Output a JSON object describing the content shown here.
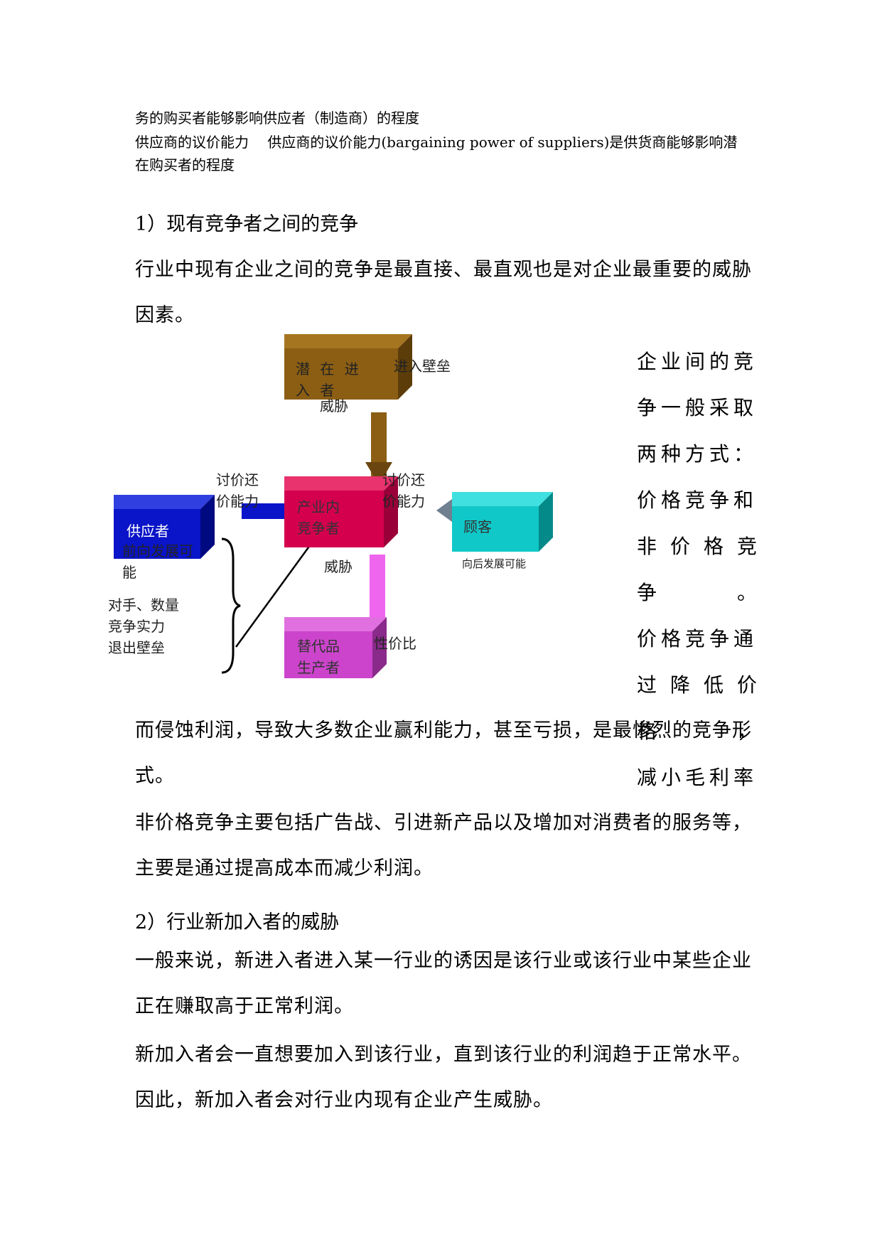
{
  "intro": {
    "line1": "务的购买者能够影响供应者（制造商）的程度",
    "line2": "供应商的议价能力　  供应商的议价能力(bargaining power of suppliers)是供货商能够影响潜",
    "line3": "在购买者的程度"
  },
  "section1": {
    "heading": "1）现有竞争者之间的竞争",
    "para1": "行业中现有企业之间的竞争是最直接、最直观也是对企业最重要的威胁因素。"
  },
  "diagram": {
    "box_top": "潜 在 进 入 者",
    "box_center": "产业内竞争者",
    "box_left": "供应者",
    "box_right": "顾客",
    "box_bottom": "替代品生产者",
    "label_barrier": "进入壁垒",
    "label_threat_top": "威胁",
    "label_bargain_left": "讨价还价能力",
    "label_bargain_right": "讨价还价能力",
    "label_forward": "前向发展可能",
    "label_backward": "向后发展可能",
    "label_threat_bottom": "威胁",
    "label_price_ratio": "性价比",
    "label_rivals1": "对手、数量",
    "label_rivals2": "竞争实力",
    "label_rivals3": "退出壁垒",
    "colors": {
      "top": "#8b5e14",
      "center": "#d4004e",
      "left": "#0a14c8",
      "right": "#10c8c8",
      "bottom": "#cc44cc"
    }
  },
  "sidebar": {
    "lines": [
      "企业间的竞",
      "争一般采取",
      "两种方式：",
      "价格竞争和",
      "非价格竞争。",
      "价格竞争通",
      "过降低价格，",
      "减小毛利率"
    ]
  },
  "section1_cont": {
    "para2": "而侵蚀利润，导致大多数企业赢利能力，甚至亏损，是最惨烈的竞争形式。",
    "para3": "非价格竞争主要包括广告战、引进新产品以及增加对消费者的服务等，主要是通过提高成本而减少利润。"
  },
  "section2": {
    "heading": "2）行业新加入者的威胁",
    "para1": "一般来说，新进入者进入某一行业的诱因是该行业或该行业中某些企业正在赚取高于正常利润。",
    "para2": "新加入者会一直想要加入到该行业，直到该行业的利润趋于正常水平。因此，新加入者会对行业内现有企业产生威胁。"
  }
}
